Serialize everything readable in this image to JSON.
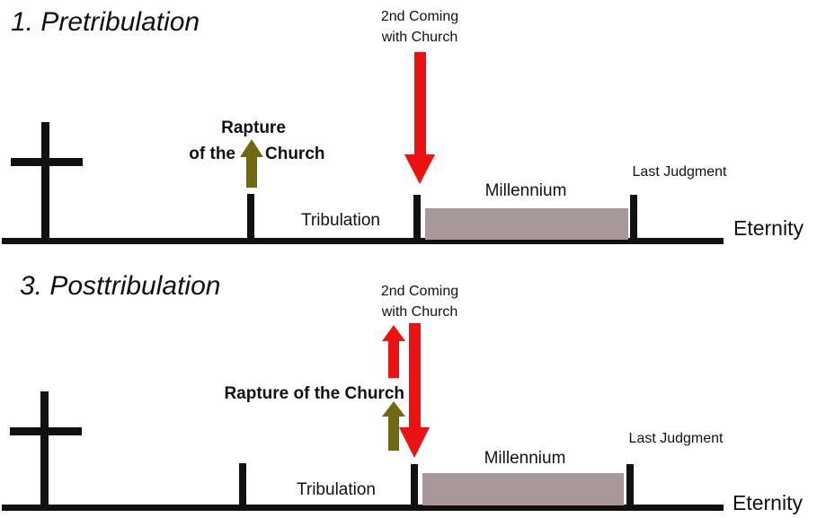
{
  "panels": {
    "pre": {
      "title": "1. Pretribulation",
      "second_coming_line1": "2nd Coming",
      "second_coming_line2": "with Church",
      "rapture_line1": "Rapture",
      "rapture_line2a": "of the",
      "rapture_line2b": "Church",
      "tribulation": "Tribulation",
      "millennium": "Millennium",
      "last_judgment": "Last Judgment",
      "eternity": "Eternity"
    },
    "post": {
      "title": "3. Posttribulation",
      "second_coming_line1": "2nd Coming",
      "second_coming_line2": "with Church",
      "rapture": "Rapture of the Church",
      "tribulation": "Tribulation",
      "millennium": "Millennium",
      "last_judgment": "Last Judgment",
      "eternity": "Eternity"
    }
  },
  "colors": {
    "line": "#111111",
    "second_coming_arrow": "#ee1111",
    "rapture_arrow": "#6f6a12",
    "millennium_box": "#a99899"
  },
  "icons": {
    "cross": "cross-icon",
    "rapture": "up-arrow-icon",
    "second_coming": "down-arrow-icon"
  }
}
